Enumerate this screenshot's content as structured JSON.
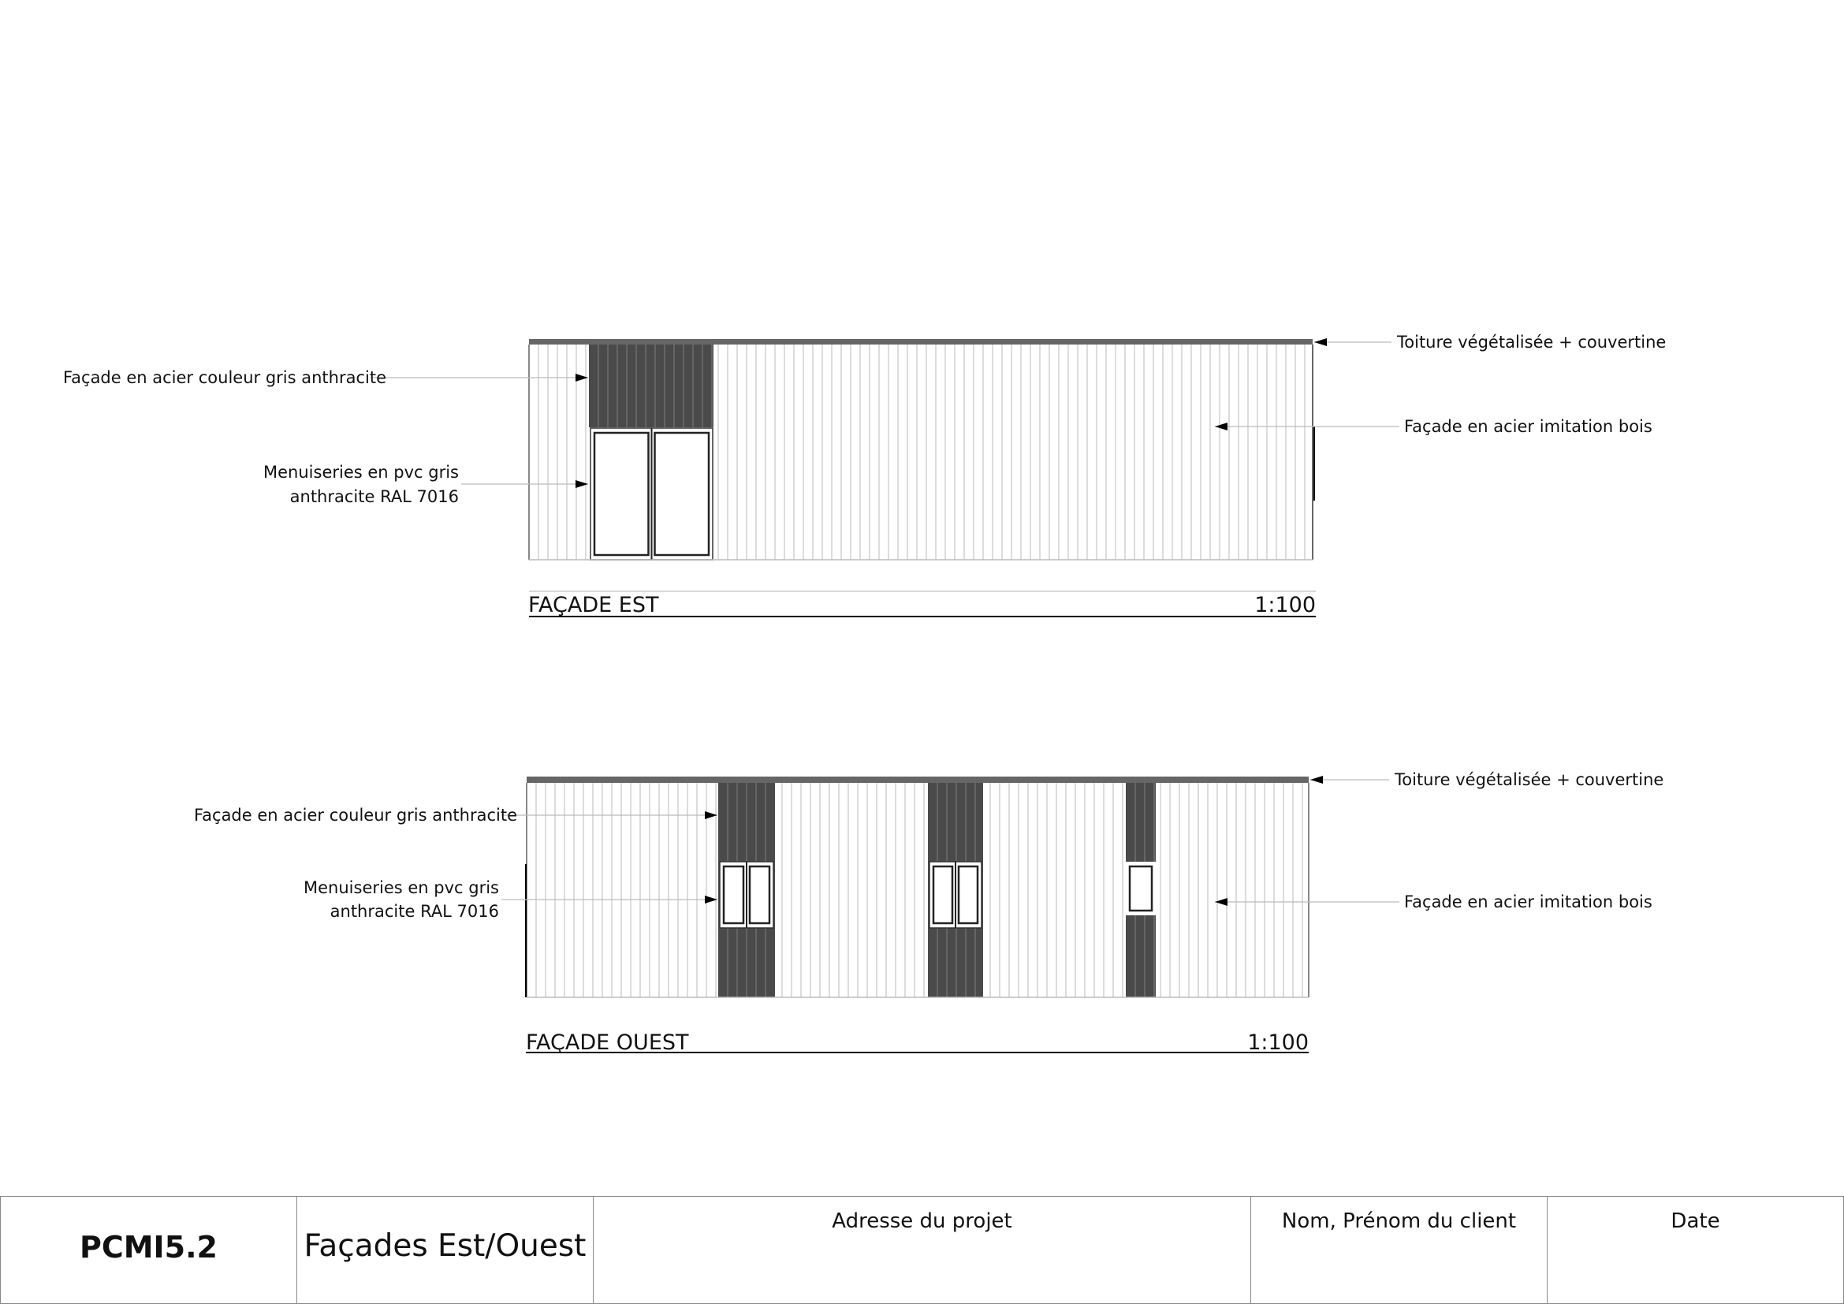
{
  "facade_est": {
    "title": "FAÇADE EST",
    "scale": "1:100",
    "labels": {
      "anthracite": "Façade en acier couleur gris anthracite",
      "menuiseries_1": "Menuiseries en pvc gris",
      "menuiseries_2": "anthracite RAL 7016",
      "toiture": "Toiture végétalisée + couvertine",
      "bois": "Façade en acier imitation bois"
    }
  },
  "facade_ouest": {
    "title": "FAÇADE OUEST",
    "scale": "1:100",
    "labels": {
      "anthracite": "Façade en acier couleur gris anthracite",
      "menuiseries_1": "Menuiseries en pvc gris",
      "menuiseries_2": "anthracite RAL 7016",
      "toiture": "Toiture végétalisée + couvertine",
      "bois": "Façade en acier imitation bois"
    }
  },
  "title_block": {
    "code": "PCMI5.2",
    "sheet_title": "Façades Est/Ouest",
    "address": "Adresse du projet",
    "client": "Nom, Prénom du client",
    "date": "Date"
  },
  "colors": {
    "anthracite": "#4a4a4a",
    "roof": "#666666",
    "cladding_line": "#c4c4c4",
    "leader": "#bbbbbb"
  }
}
